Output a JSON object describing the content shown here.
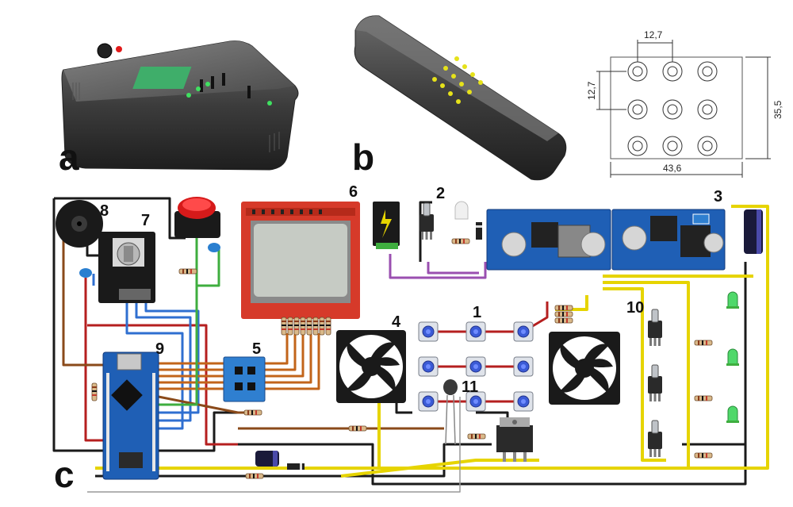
{
  "panels": {
    "a": "a",
    "b": "b",
    "c": "c"
  },
  "dimensions": {
    "pitch_h": "12,7",
    "pitch_v": "12,7",
    "height": "35,5",
    "width": "43,6"
  },
  "components": {
    "c1": "1",
    "c2": "2",
    "c3": "3",
    "c4": "4",
    "c5": "5",
    "c6": "6",
    "c7": "7",
    "c8": "8",
    "c9": "9",
    "c10": "10",
    "c11": "11"
  },
  "icons": [
    "buzzer-icon",
    "rotary-encoder-icon",
    "push-button-icon",
    "lcd-display-icon",
    "dc-jack-icon",
    "toggle-switch-icon",
    "buck-converter-icon",
    "capacitor-icon",
    "fan-icon",
    "led-icon",
    "microcontroller-icon",
    "level-shifter-icon",
    "transistor-icon",
    "thermistor-icon",
    "resistor-icon",
    "diode-icon"
  ],
  "colors": {
    "wire_black": "#1a1a1a",
    "wire_red": "#b51f1f",
    "wire_blue": "#2f6fd0",
    "wire_yellow": "#e6d400",
    "wire_green": "#3fae3f",
    "wire_brown": "#8a4a1a",
    "wire_purple": "#9a4fb0",
    "board_blue": "#1f5fb5",
    "lcd_red": "#d63a2a"
  }
}
